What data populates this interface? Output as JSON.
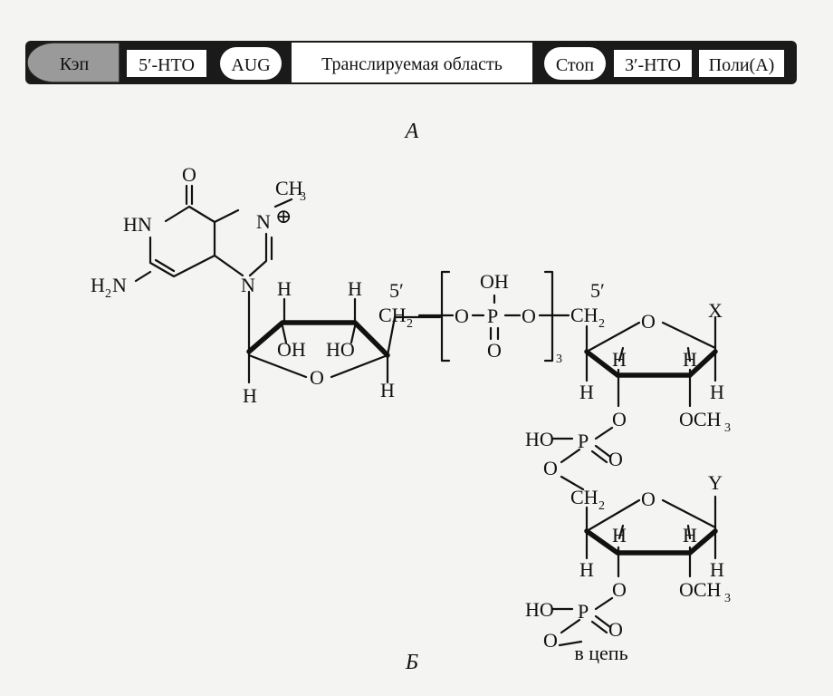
{
  "bar": {
    "segments": [
      {
        "label": "Кэп",
        "style": "cap"
      },
      {
        "label": "5′-НТО",
        "style": "box"
      },
      {
        "label": "AUG",
        "style": "pill"
      },
      {
        "label": "Транслируемая область",
        "style": "wide"
      },
      {
        "label": "Стоп",
        "style": "pill"
      },
      {
        "label": "3′-НТО",
        "style": "box"
      },
      {
        "label": "Поли(A)",
        "style": "box"
      }
    ]
  },
  "captions": {
    "a": "А",
    "b": "Б"
  },
  "structure": {
    "o_carbonyl": "O",
    "methyl": "CH",
    "methyl_sub": "3",
    "n_plus": "N",
    "plus_sign": "⊕",
    "hn": "HN",
    "amino": "H",
    "amino_sub": "2",
    "amino_n": "N",
    "n9": "N",
    "h_top1": "H",
    "h_top2": "H",
    "h_low1": "H",
    "h_low2": "H",
    "oh_ribose": "OH",
    "ho_ribose": "HO",
    "o_ring1": "O",
    "five_prime_1": "5′",
    "ch2_1": "CH",
    "ch2_1_sub": "2",
    "phosphate_oh": "OH",
    "phosphate_o_left": "O",
    "phosphate_p": "P",
    "phosphate_o_right": "O",
    "phosphate_o_double": "O",
    "bracket_sub": "3",
    "five_prime_2": "5′",
    "ch2_2": "CH",
    "ch2_2_sub": "2",
    "o_ring2": "O",
    "x_base": "X",
    "h2a": "H",
    "h2b": "H",
    "h2c": "H",
    "h2d": "H",
    "o3_2": "O",
    "och3_2": "OCH",
    "och3_2_sub": "3",
    "ho_p2": "HO",
    "p2": "P",
    "o_p2_double": "O",
    "o_p2_link": "O",
    "ch2_3": "CH",
    "ch2_3_sub": "2",
    "o_ring3": "O",
    "y_base": "Y",
    "h3a": "H",
    "h3b": "H",
    "h3c": "H",
    "h3d": "H",
    "o3_3": "O",
    "och3_3": "OCH",
    "och3_3_sub": "3",
    "ho_p3": "HO",
    "p3": "P",
    "o_p3_double": "O",
    "o_p3_link": "O",
    "chain_label": "в цепь"
  }
}
